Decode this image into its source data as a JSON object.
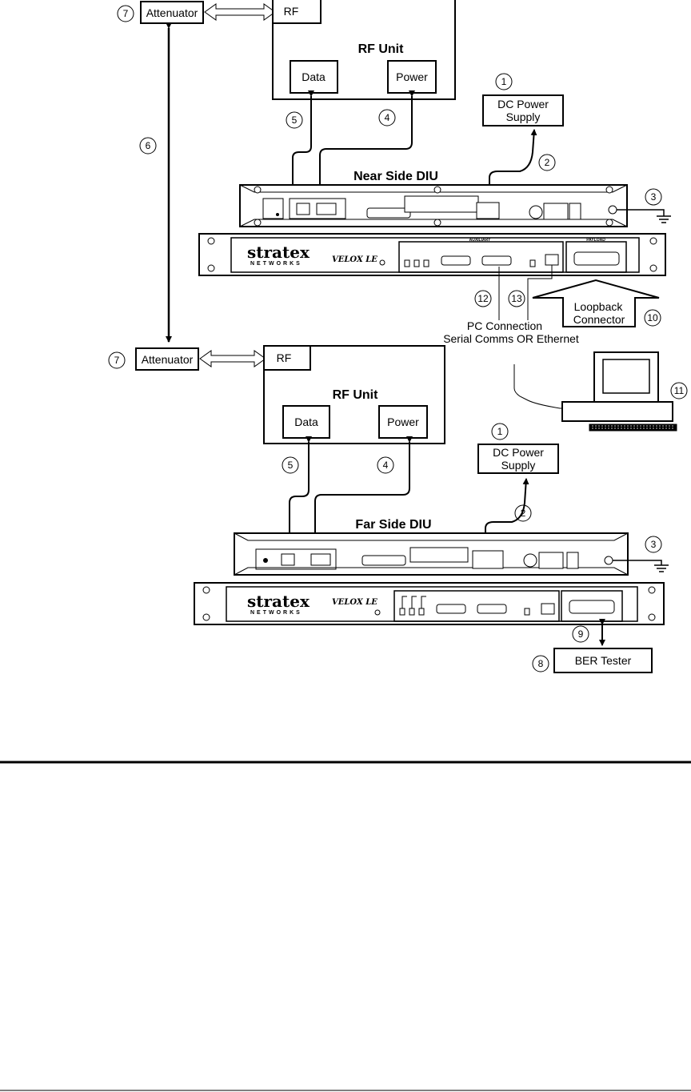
{
  "labels": {
    "attenuator": "Attenuator",
    "rf": "RF",
    "rf_unit": "RF Unit",
    "data": "Data",
    "power": "Power",
    "dc_power_supply_1": "DC Power",
    "dc_power_supply_2": "Supply",
    "near_side_diu": "Near Side DIU",
    "far_side_diu": "Far Side DIU",
    "pc_connection": "PC Connection",
    "serial_comms": "Serial Comms OR Ethernet",
    "loopback_1": "Loopback",
    "loopback_2": "Connector",
    "ber_tester": "BER Tester",
    "logo_main": "stratex",
    "logo_sub": "NETWORKS",
    "product": "VELOX LE",
    "auxiliary": "AUXILIARY",
    "payload": "PAYLOAD"
  },
  "callouts": {
    "n1": "1",
    "n2": "2",
    "n3": "3",
    "n4": "4",
    "n5": "5",
    "n6": "6",
    "n7": "7",
    "n8": "8",
    "n9": "9",
    "n10": "10",
    "n11": "11",
    "n12": "12",
    "n13": "13"
  },
  "colors": {
    "line": "#000000",
    "background": "#ffffff"
  }
}
